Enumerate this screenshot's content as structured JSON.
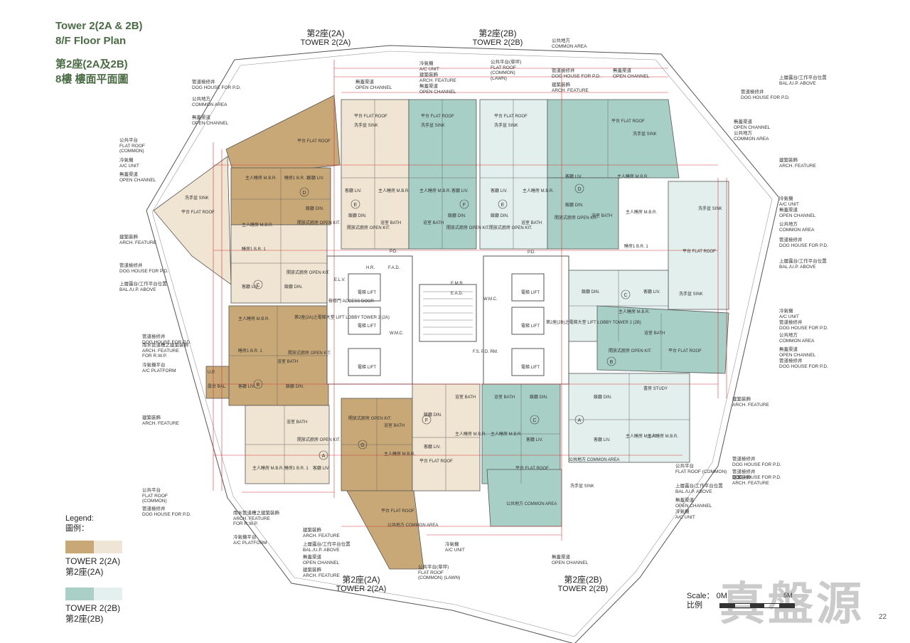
{
  "title": {
    "en_line1": "Tower 2(2A & 2B)",
    "en_line2": "8/F   Floor Plan",
    "zh_line1": "第2座(2A及2B)",
    "zh_line2": "8樓   樓面平面圖"
  },
  "tower_labels": {
    "top_left_zh": "第2座(2A)",
    "top_left_en": "TOWER 2(2A)",
    "top_right_zh": "第2座(2B)",
    "top_right_en": "TOWER 2(2B)",
    "bottom_left_zh": "第2座(2A)",
    "bottom_left_en": "TOWER 2(2A)",
    "bottom_right_zh": "第2座(2B)",
    "bottom_right_en": "TOWER 2(2B)"
  },
  "legend": {
    "heading_en": "Legend:",
    "heading_zh": "圖例：",
    "items": [
      {
        "name_en": "TOWER 2(2A)",
        "name_zh": "第2座(2A)",
        "color_dark": "#c9a877",
        "color_light": "#efe5d6"
      },
      {
        "name_en": "TOWER 2(2B)",
        "name_zh": "第2座(2B)",
        "color_dark": "#a9cfc7",
        "color_light": "#e3f0ed"
      }
    ]
  },
  "scale": {
    "label": "Scale：",
    "zh": "比例",
    "start": "0M",
    "end": "5M"
  },
  "watermark": "真盤源",
  "page_number": "22",
  "colors": {
    "tan": "#c9a877",
    "tan_light": "#f0e4d2",
    "green": "#a8cfc6",
    "green_light": "#e2efec",
    "line_red": "#d33a3a",
    "wall": "#555555"
  },
  "annotations": {
    "common_area_top": "公共地方\nCOMMON AREA",
    "ac_unit_top": "冷氣機\nA/C UNIT",
    "arch_feature_top": "建築裝飾\nARCH. FEATURE",
    "open_channel_top": "無蓋渠道\nOPEN CHANNEL",
    "flat_roof_common_lawn_top": "公共平台(草坪)\nFLAT ROOF\n(COMMON)\n(LAWN)",
    "dog_house_top": "管道檢修井\nDOG HOUSE FOR P.D.",
    "arch_feature_top2": "建築裝飾\nARCH. FEATURE",
    "open_channel_top2": "無蓋渠道\nOPEN CHANNEL",
    "dog_house_left": "管道檢修井\nDOG HOUSE FOR P.D.",
    "common_area_left": "公共地方\nCOMMON AREA",
    "open_channel_left": "無蓋渠道\nOPEN CHANNEL",
    "flat_roof_common_left": "公共平台\nFLAT ROOF\n(COMMON)",
    "ac_unit_left": "冷氣機\nA/C UNIT",
    "open_channel_left2": "無蓋渠道\nOPEN CHANNEL",
    "arch_feature_left": "建築裝飾\nARCH. FEATURE",
    "dog_house_left2": "管道檢修井\nDOG HOUSE FOR P.D.",
    "bal_up_left": "上層露台/工作平台位置\nBAL./U.P. ABOVE",
    "dog_house_left3": "管道檢修井\nDOG HOUSE FOR P.D.",
    "arch_feature_rwp": "雨水管道槽之建築裝飾\nARCH. FEATURE\nFOR R.W.P.",
    "ac_platform_left": "冷氣機平台\nA/C PLATFORM",
    "arch_feature_left2": "建築裝飾\nARCH. FEATURE",
    "flat_roof_common_bl": "公共平台\nFLAT ROOF\n(COMMON)",
    "dog_house_bl": "管道檢修井\nDOG HOUSE FOR P.D.",
    "arch_feature_rwp2": "雨水管道槽之建築裝飾\nARCH. FEATURE\nFOR R.W.P.",
    "ac_platform_bl": "冷氣機平台\nA/C PLATFORM",
    "arch_feature_bc": "建築裝飾\nARCH. FEATURE",
    "bal_up_bc": "上層露台/工作平台位置\nBAL./U.P. ABOVE",
    "open_channel_bc": "無蓋渠道\nOPEN CHANNEL",
    "arch_feature_bc2": "建築裝飾\nARCH. FEATURE",
    "ac_unit_bc": "冷氣機\nA/C UNIT",
    "flat_roof_lawn_bc": "公共平台(草坪)\nFLAT ROOF\n(COMMON) (LAWN)",
    "open_channel_bc2": "無蓋渠道\nOPEN CHANNEL",
    "bal_up_right": "上層露台/工作平台位置\nBAL./U.P. ABOVE",
    "dog_house_right": "管道檢修井\nDOG HOUSE FOR P.D.",
    "open_channel_right": "無蓋渠道\nOPEN CHANNEL",
    "common_area_right": "公共地方\nCOMMON AREA",
    "arch_feature_right": "建築裝飾\nARCH. FEATURE",
    "ac_unit_right": "冷氣機\nA/C UNIT",
    "open_channel_right2": "無蓋渠道\nOPEN CHANNEL",
    "common_area_right2": "公共地方\nCOMMON AREA",
    "dog_house_right2": "管道檢修井\nDOG HOUSE FOR P.D.",
    "bal_up_right2": "上層露台/工作平台位置\nBAL./U.P. ABOVE",
    "ac_unit_right2": "冷氣機\nA/C UNIT",
    "dog_house_right3": "管道檢修井\nDOG HOUSE FOR P.D.",
    "common_area_right3": "公共地方\nCOMMON AREA",
    "open_channel_right3": "無蓋渠道\nOPEN CHANNEL",
    "dog_house_right4": "管道檢修井\nDOG HOUSE FOR P.D.",
    "arch_feature_right2": "建築裝飾\nARCH. FEATURE",
    "dog_house_right5": "管道檢修井\nDOG HOUSE FOR P.D.",
    "flat_roof_common_right": "公共平台\nFLAT ROOF (COMMON)",
    "dog_house_right6": "管道檢修井\nDOG HOUSE FOR P.D.",
    "arch_feature_right3": "建築裝飾\nARCH. FEATURE",
    "bal_up_right3": "上層露台/工作平台位置\nBAL./U.P. ABOVE",
    "open_channel_right4": "無蓋渠道\nOPEN CHANNEL",
    "ac_unit_right3": "冷氣機\nA/C UNIT"
  },
  "rooms": {
    "flat_roof": "平台 FLAT ROOF",
    "sink": "洗手盆 SINK",
    "mbr": "主人睡房 M.B.R.",
    "br1": "睡房1 B.R. 1",
    "liv": "客廳 LIV.",
    "din": "飯廳 DIN.",
    "bath": "浴室 BATH",
    "open_kit": "開放式廚房 OPEN KIT.",
    "lift": "電梯 LIFT",
    "common_area": "公共地方 COMMON AREA",
    "access_door": "檢修門 ACCESS DOOR",
    "lift_lobby_2a": "第2座(2A)之電梯大堂 LIFT LOBBY TOWER 2 (2A)",
    "lift_lobby_2b": "第2座(2B)之電梯大堂 LIFT LOBBY TOWER 2 (2B)",
    "pd": "P.D.",
    "hr": "H.R.",
    "fad": "F.A.D.",
    "emr": "E.M.R.",
    "ead": "E.A.D.",
    "wmc": "W.M.C.",
    "fspd": "F.S. P.D. RM.",
    "elv": "E.L.V.",
    "study": "書房 STUDY",
    "up": "U.P.",
    "bal": "露台 BAL.",
    "unit_a": "A",
    "unit_b": "B",
    "unit_c": "C",
    "unit_d": "D",
    "unit_e": "E",
    "unit_f": "F",
    "unit_g": "G"
  }
}
